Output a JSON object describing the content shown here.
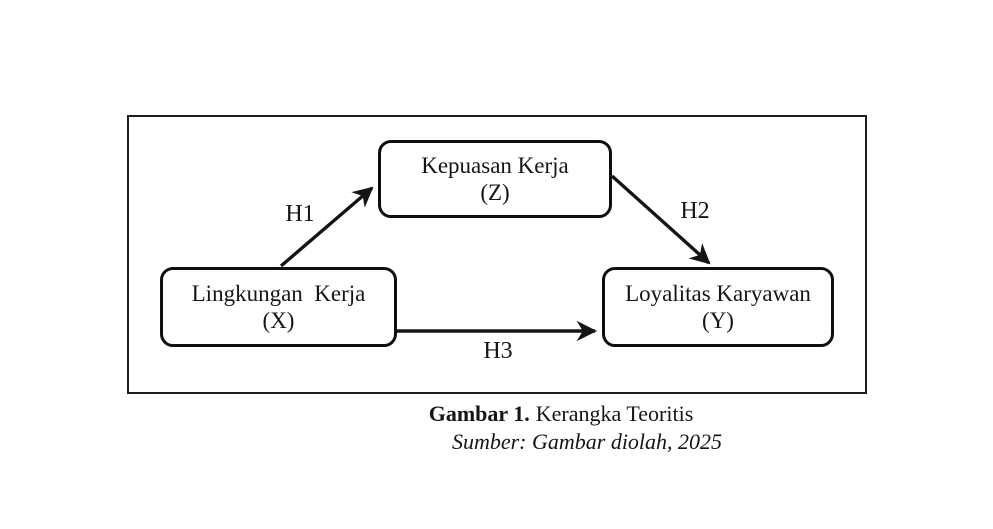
{
  "colors": {
    "ink": "#151515",
    "node_border": "#0f0f0f",
    "frame_border": "#1e1e1e",
    "background": "#ffffff"
  },
  "diagram": {
    "nodes": {
      "mediator": {
        "title": "Kepuasan Kerja",
        "symbol": "(Z)"
      },
      "independent": {
        "title": "Lingkungan  Kerja",
        "symbol": "(X)"
      },
      "dependent": {
        "title": "Loyalitas Karyawan",
        "symbol": "(Y)"
      }
    },
    "edges": {
      "h1": {
        "label": "H1",
        "from": "Lingkungan Kerja (X)",
        "to": "Kepuasan Kerja (Z)"
      },
      "h2": {
        "label": "H2",
        "from": "Kepuasan Kerja (Z)",
        "to": "Loyalitas Karyawan (Y)"
      },
      "h3": {
        "label": "H3",
        "from": "Lingkungan Kerja (X)",
        "to": "Loyalitas Karyawan (Y)"
      }
    }
  },
  "caption": {
    "figure_label": "Gambar 1.",
    "figure_title": "Kerangka Teoritis",
    "source": "Sumber: Gambar diolah, 2025"
  }
}
